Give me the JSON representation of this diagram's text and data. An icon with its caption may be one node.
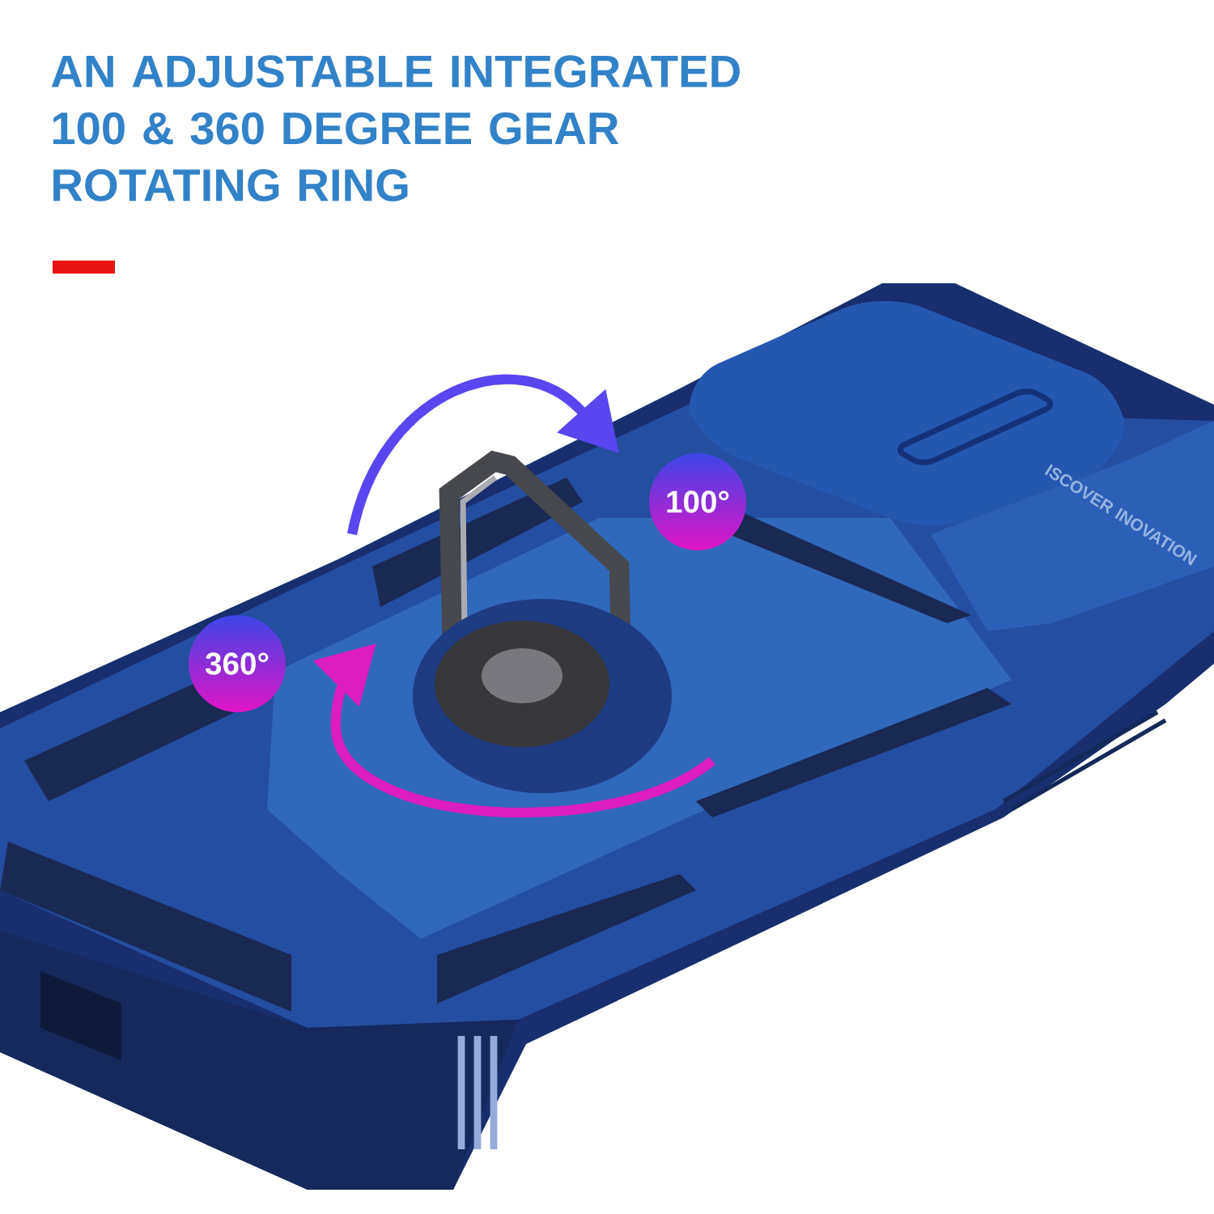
{
  "diagram": {
    "title": "AN ADJUSTABLE INTEGRATED 100 & 360 DEGREE GEAR ROTATING RING",
    "nodes": [
      {
        "text": [
          "100°"
        ]
      },
      {
        "text": [
          "360°"
        ]
      }
    ],
    "labels": [
      "ISCOVER INOVATION"
    ]
  }
}
